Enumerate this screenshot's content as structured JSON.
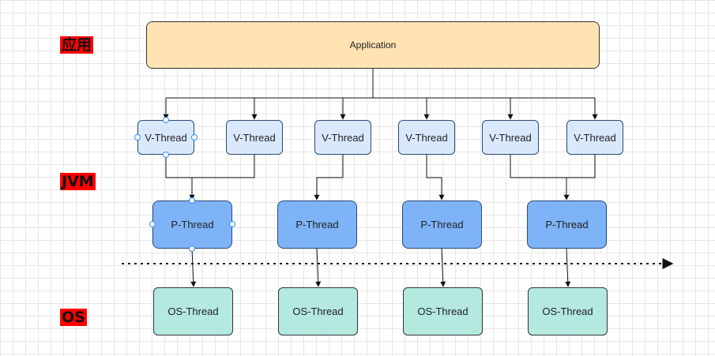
{
  "layers": [
    {
      "id": "app",
      "label": "应用"
    },
    {
      "id": "jvm",
      "label": "JVM"
    },
    {
      "id": "os",
      "label": "OS"
    }
  ],
  "application": {
    "label": "Application"
  },
  "v_threads": [
    {
      "label": "V-Thread"
    },
    {
      "label": "V-Thread"
    },
    {
      "label": "V-Thread"
    },
    {
      "label": "V-Thread"
    },
    {
      "label": "V-Thread"
    },
    {
      "label": "V-Thread"
    }
  ],
  "p_threads": [
    {
      "label": "P-Thread"
    },
    {
      "label": "P-Thread"
    },
    {
      "label": "P-Thread"
    },
    {
      "label": "P-Thread"
    }
  ],
  "os_threads": [
    {
      "label": "OS-Thread"
    },
    {
      "label": "OS-Thread"
    },
    {
      "label": "OS-Thread"
    },
    {
      "label": "OS-Thread"
    }
  ],
  "colors": {
    "layer_label_bg": "#ff0000",
    "application_fill": "#ffe3b3",
    "v_thread_fill": "#dae8fc",
    "p_thread_fill": "#7eb3f7",
    "os_thread_fill": "#b3e9df"
  }
}
